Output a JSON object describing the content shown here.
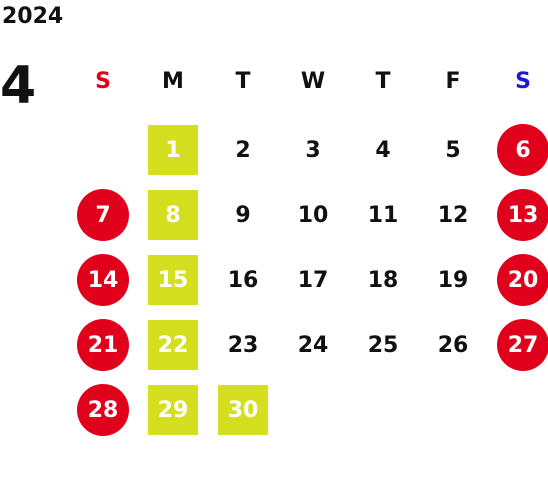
{
  "year": "2024",
  "month": "4",
  "weekdays": [
    {
      "label": "S",
      "color": "#e0001b"
    },
    {
      "label": "M",
      "color": "#111111"
    },
    {
      "label": "T",
      "color": "#111111"
    },
    {
      "label": "W",
      "color": "#111111"
    },
    {
      "label": "T",
      "color": "#111111"
    },
    {
      "label": "F",
      "color": "#111111"
    },
    {
      "label": "S",
      "color": "#1a1ad0"
    }
  ],
  "colors": {
    "holiday_red": "#e0001b",
    "highlight_green": "#d4df1f"
  },
  "weeks": [
    [
      {
        "d": ""
      },
      {
        "d": "1",
        "mark": "square"
      },
      {
        "d": "2"
      },
      {
        "d": "3"
      },
      {
        "d": "4"
      },
      {
        "d": "5"
      },
      {
        "d": "6",
        "mark": "circle"
      }
    ],
    [
      {
        "d": "7",
        "mark": "circle"
      },
      {
        "d": "8",
        "mark": "square"
      },
      {
        "d": "9"
      },
      {
        "d": "10"
      },
      {
        "d": "11"
      },
      {
        "d": "12"
      },
      {
        "d": "13",
        "mark": "circle"
      }
    ],
    [
      {
        "d": "14",
        "mark": "circle"
      },
      {
        "d": "15",
        "mark": "square"
      },
      {
        "d": "16"
      },
      {
        "d": "17"
      },
      {
        "d": "18"
      },
      {
        "d": "19"
      },
      {
        "d": "20",
        "mark": "circle"
      }
    ],
    [
      {
        "d": "21",
        "mark": "circle"
      },
      {
        "d": "22",
        "mark": "square"
      },
      {
        "d": "23"
      },
      {
        "d": "24"
      },
      {
        "d": "25"
      },
      {
        "d": "26"
      },
      {
        "d": "27",
        "mark": "circle"
      }
    ],
    [
      {
        "d": "28",
        "mark": "circle"
      },
      {
        "d": "29",
        "mark": "square"
      },
      {
        "d": "30",
        "mark": "square"
      },
      {
        "d": ""
      },
      {
        "d": ""
      },
      {
        "d": ""
      },
      {
        "d": ""
      }
    ]
  ]
}
